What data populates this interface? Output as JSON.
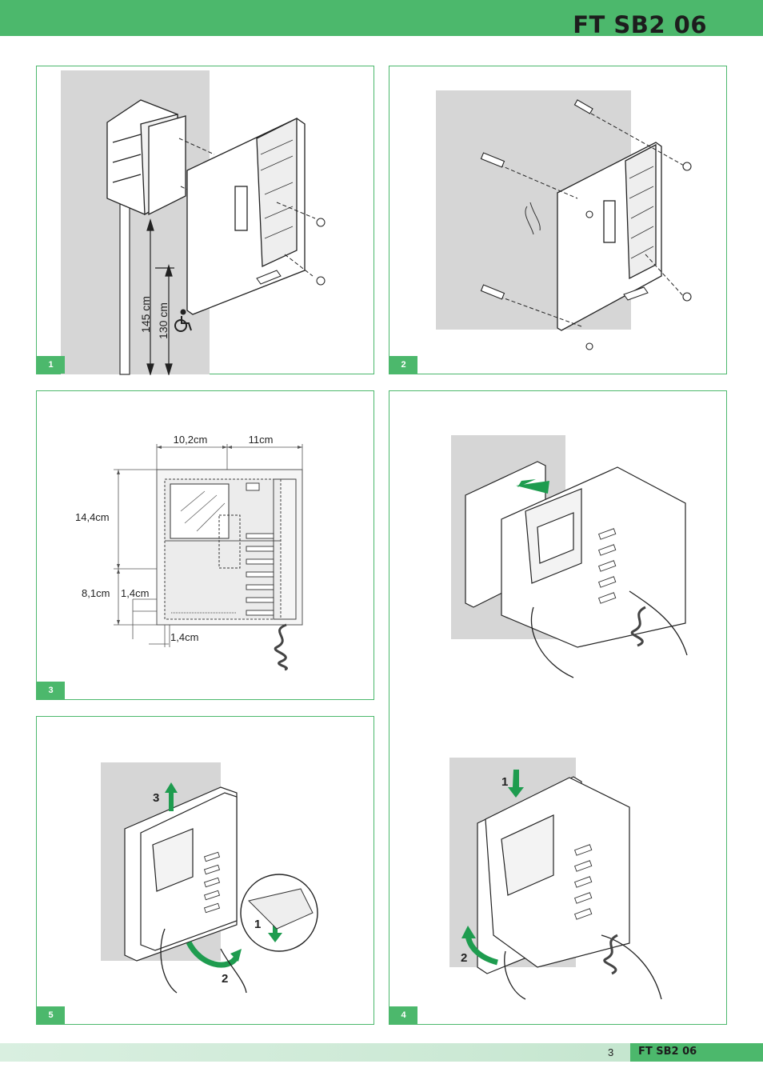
{
  "header": {
    "title": "FT SB2 06"
  },
  "panels": [
    {
      "number": "1",
      "heights": [
        "145 cm",
        "130 cm"
      ]
    },
    {
      "number": "2"
    },
    {
      "number": "3",
      "dimensions": [
        "10,2cm",
        "11cm",
        "14,4cm",
        "8,1cm",
        "1,4cm",
        "1,4cm"
      ]
    },
    {
      "number": "4",
      "callouts": [
        "1",
        "2"
      ]
    },
    {
      "number": "5",
      "callouts": [
        "3",
        "2",
        "1"
      ]
    }
  ],
  "footer": {
    "page_number": "3",
    "code": "FT SB2 06"
  },
  "colors": {
    "brand_green": "#4cb86c",
    "wall_gray": "#d6d6d6"
  }
}
